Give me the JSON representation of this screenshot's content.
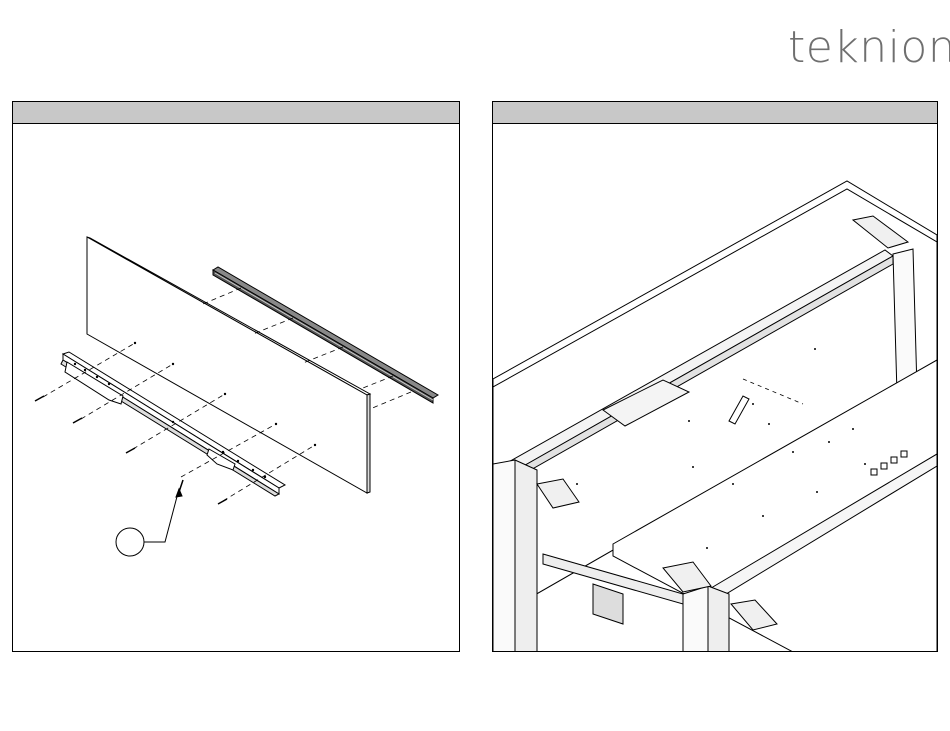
{
  "brand": {
    "logo_text": "teknion"
  },
  "panels": [
    {
      "id": "step-left",
      "header_text": "",
      "figure": "modesty-panel-exploded-assembly",
      "callout_label": ""
    },
    {
      "id": "step-right",
      "header_text": "",
      "figure": "desk-frame-underside-isometric"
    }
  ],
  "icons": [
    "screw-icon",
    "callout-circle-icon"
  ]
}
